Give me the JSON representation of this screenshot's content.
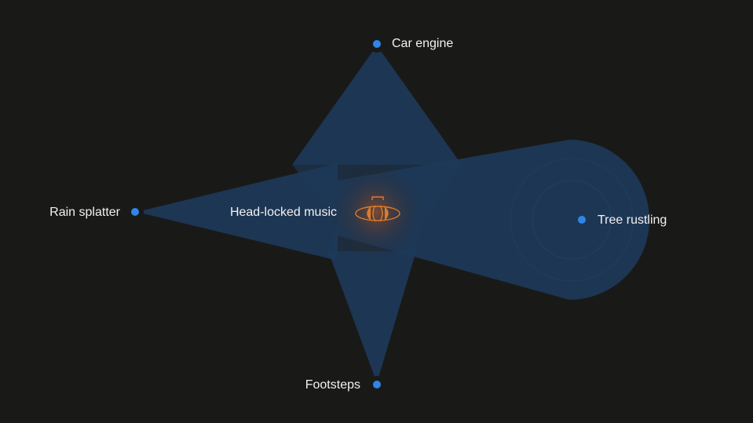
{
  "colors": {
    "background": "#191a18",
    "beam": "#1e3a5a",
    "source_dot": "#2f86e8",
    "listener_glow": "#c05a1a",
    "listener_icon": "#e07a2a",
    "text": "#f2f2f2"
  },
  "sources": [
    {
      "id": "car-engine",
      "label": "Car engine"
    },
    {
      "id": "rain-splatter",
      "label": "Rain splatter"
    },
    {
      "id": "tree-rustling",
      "label": "Tree rustling"
    },
    {
      "id": "footsteps",
      "label": "Footsteps"
    }
  ],
  "listener": {
    "label": "Head-locked music",
    "icon": "headset-icon"
  }
}
